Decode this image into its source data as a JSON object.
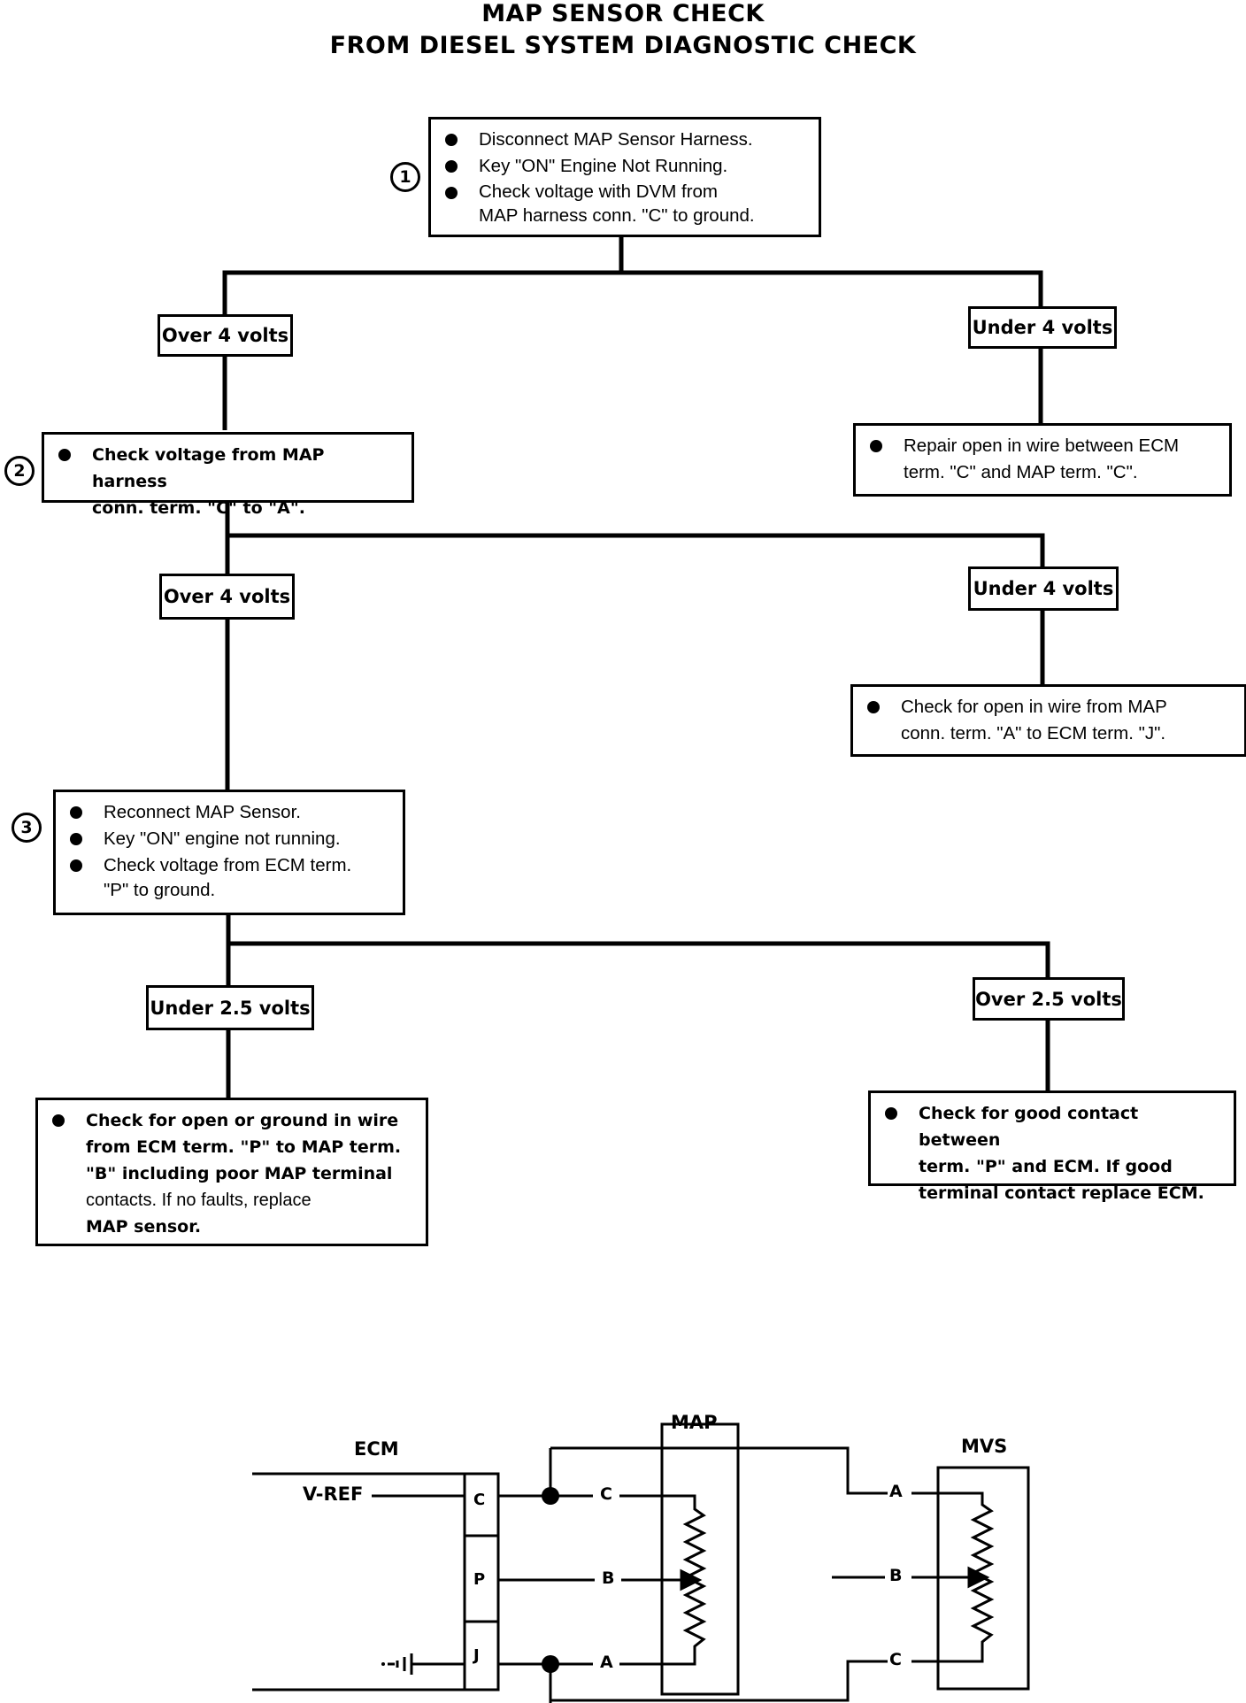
{
  "title": {
    "line1": "MAP SENSOR CHECK",
    "line2": "FROM DIESEL SYSTEM DIAGNOSTIC CHECK"
  },
  "steps": {
    "s1": "1",
    "s2": "2",
    "s3": "3"
  },
  "box1": [
    "Disconnect MAP Sensor Harness.",
    "Key \"ON\" Engine Not Running.",
    "Check voltage with DVM from",
    "MAP harness conn. \"C\" to ground."
  ],
  "box_repair_c": [
    "Repair open in wire between ECM",
    "term. \"C\" and MAP term. \"C\"."
  ],
  "box2": [
    "Check voltage from MAP harness",
    "conn. term. \"C\" to \"A\"."
  ],
  "box_open_a": [
    "Check for open in wire from MAP",
    "conn. term. \"A\" to ECM term. \"J\"."
  ],
  "box3": [
    "Reconnect MAP Sensor.",
    "Key \"ON\" engine not running.",
    "Check voltage from ECM term.",
    "\"P\" to ground."
  ],
  "box_under25": [
    "Check for open or ground in wire",
    "from ECM term. \"P\" to MAP term.",
    "\"B\" including poor MAP terminal",
    "contacts. If no faults, replace",
    "MAP sensor."
  ],
  "box_over25": [
    "Check for good contact between",
    "term. \"P\" and ECM. If good",
    "terminal contact replace ECM."
  ],
  "labels": {
    "over4_a": "Over 4 volts",
    "under4_a": "Under 4 volts",
    "over4_b": "Over 4 volts",
    "under4_b": "Under 4 volts",
    "under25": "Under 2.5 volts",
    "over25": "Over 2.5 volts"
  },
  "schematic": {
    "ecm": "ECM",
    "map": "MAP",
    "mvs": "MVS",
    "vref": "V-REF",
    "pin_c": "C",
    "pin_p": "P",
    "pin_j": "J",
    "map_c": "C",
    "map_b": "B",
    "map_a": "A",
    "mvs_a": "A",
    "mvs_b": "B",
    "mvs_c": "C"
  }
}
